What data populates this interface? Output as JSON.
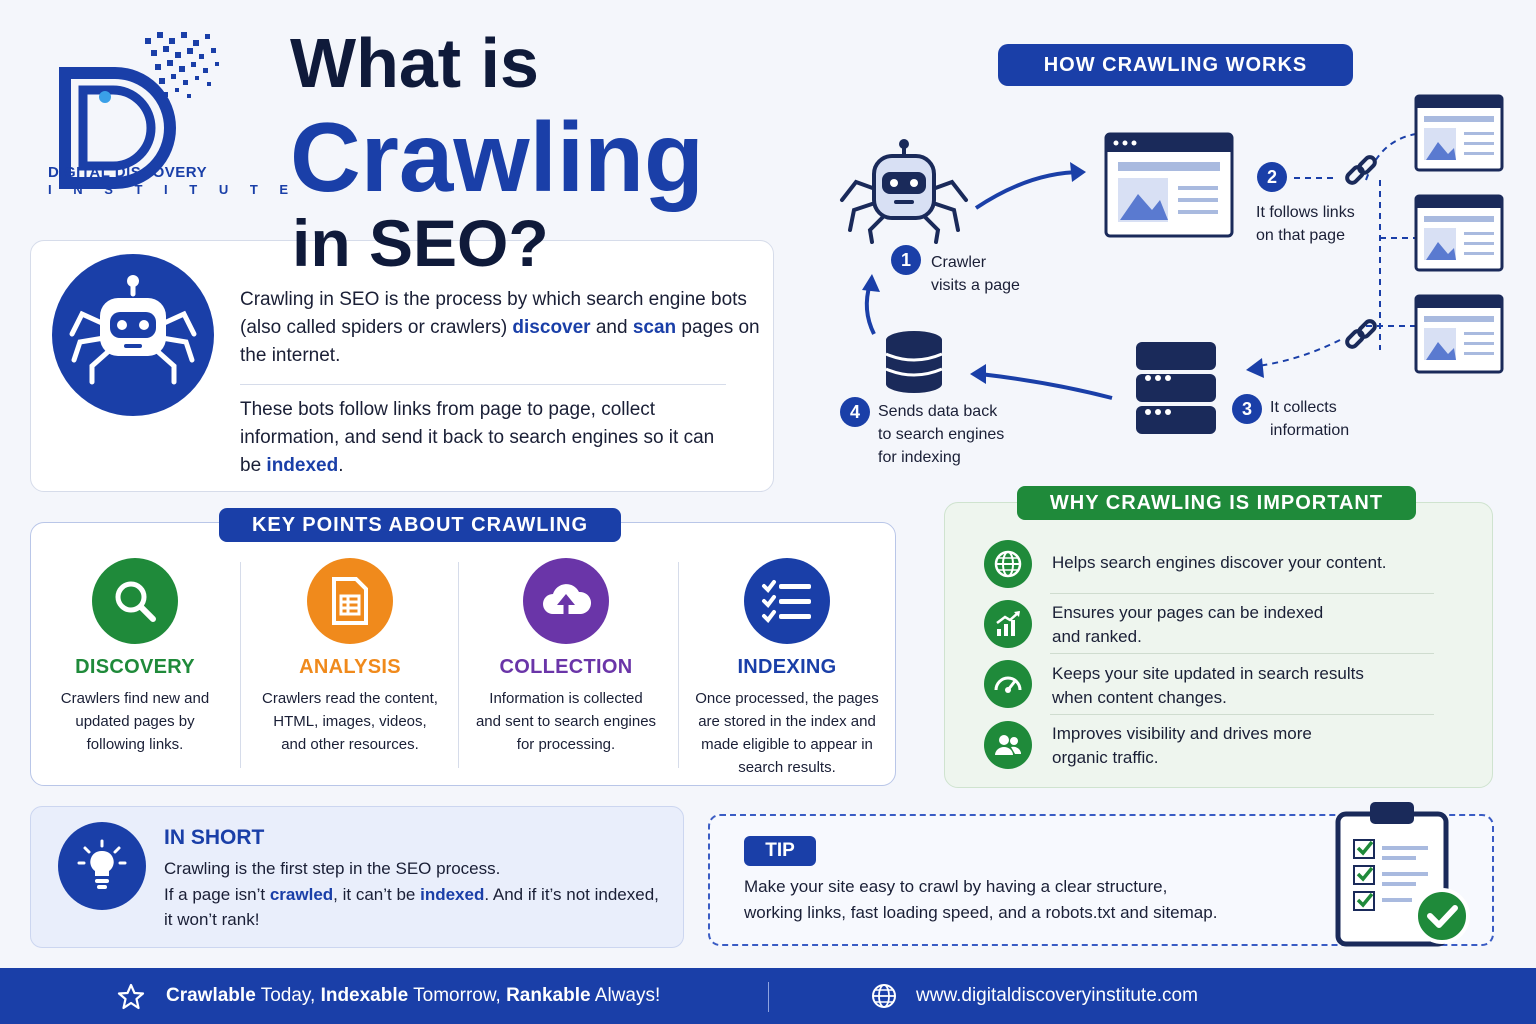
{
  "brand": {
    "name": "DIGITAL DISCOVERY",
    "sub": "I N S T I T U T E"
  },
  "title": {
    "line1": "What is",
    "line2": "Crawling",
    "line3": "in SEO?"
  },
  "intro": {
    "p1_a": "Crawling in SEO is the process by which search engine bots (also called spiders or crawlers) ",
    "p1_kw1": "discover",
    "p1_b": " and ",
    "p1_kw2": "scan",
    "p1_c": " pages on the internet.",
    "p2_a": "These bots follow links from page to page, collect information, and send it back to search engines so it can be ",
    "p2_kw": "indexed",
    "p2_b": "."
  },
  "how": {
    "heading": "HOW CRAWLING WORKS",
    "steps": [
      {
        "num": "1",
        "line1": "Crawler",
        "line2": "visits a page"
      },
      {
        "num": "2",
        "line1": "It follows links",
        "line2": "on that page"
      },
      {
        "num": "3",
        "line1": "It collects",
        "line2": "information"
      },
      {
        "num": "4",
        "line1": "Sends data back",
        "line2": "to search engines",
        "line3": "for indexing"
      }
    ]
  },
  "key_points": {
    "heading": "KEY POINTS ABOUT CRAWLING",
    "items": [
      {
        "title": "DISCOVERY",
        "desc1": "Crawlers find new and",
        "desc2": "updated pages by",
        "desc3": "following links.",
        "color": "#1f8a3a",
        "icon": "magnifier-icon"
      },
      {
        "title": "ANALYSIS",
        "desc1": "Crawlers read the content,",
        "desc2": "HTML, images, videos,",
        "desc3": "and other resources.",
        "color": "#f08a1c",
        "icon": "document-icon"
      },
      {
        "title": "COLLECTION",
        "desc1": "Information is collected",
        "desc2": "and sent to search engines",
        "desc3": "for processing.",
        "color": "#6a35a8",
        "icon": "cloud-upload-icon"
      },
      {
        "title": "INDEXING",
        "desc1": "Once processed, the pages",
        "desc2": "are stored in the index and",
        "desc3": "made eligible to appear in",
        "desc4": "search results.",
        "color": "#1a3fa8",
        "icon": "checklist-icon"
      }
    ]
  },
  "why": {
    "heading": "WHY CRAWLING IS IMPORTANT",
    "items": [
      {
        "line1": "Helps search engines discover your content.",
        "line2": "",
        "icon": "globe-icon"
      },
      {
        "line1": "Ensures your pages can be indexed",
        "line2": "and ranked.",
        "icon": "growth-chart-icon"
      },
      {
        "line1": "Keeps your site updated in search results",
        "line2": "when content changes.",
        "icon": "speedometer-icon"
      },
      {
        "line1": "Improves visibility and drives more",
        "line2": "organic traffic.",
        "icon": "users-icon"
      }
    ]
  },
  "in_short": {
    "title": "IN SHORT",
    "line1": "Crawling is the first step in the SEO process.",
    "l2_a": "If a page isn’t ",
    "l2_kw1": "crawled",
    "l2_b": ", it can’t be ",
    "l2_kw2": "indexed",
    "l2_c": ". And if it’s not indexed,",
    "line3": "it won’t rank!"
  },
  "tip": {
    "label": "TIP",
    "line1": "Make your site easy to crawl by having a clear structure,",
    "line2": "working links, fast loading speed, and a robots.txt and sitemap."
  },
  "footer": {
    "s1": "Crawlable",
    "s2": " Today, ",
    "s3": "Indexable",
    "s4": " Tomorrow, ",
    "s5": "Rankable",
    "s6": " Always!",
    "url": "www.digitaldiscoveryinstitute.com"
  }
}
